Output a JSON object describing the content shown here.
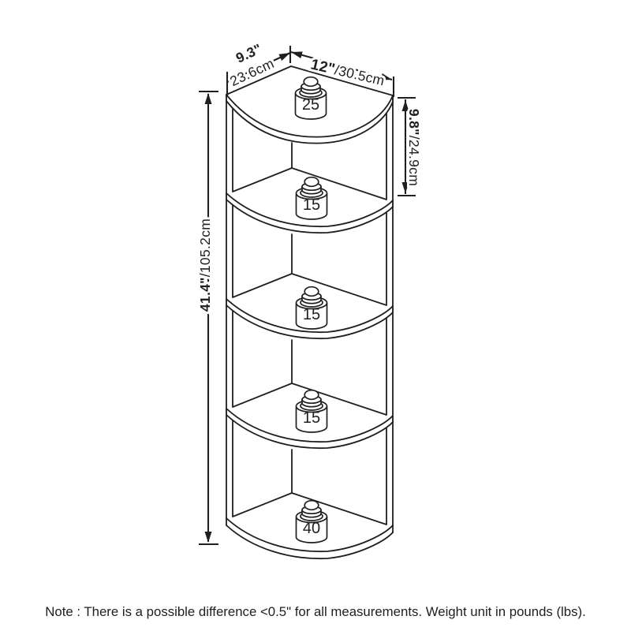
{
  "diagram": {
    "title": "5-tier corner shelf dimension diagram",
    "dimensions": {
      "depth_in": "9.3\"",
      "depth_cm": "23.6cm",
      "width_in": "12\"",
      "width_cm": "/30.5cm",
      "height_in": "41.4\"",
      "height_cm": "/105.2cm",
      "tier_in": "9.8\"",
      "tier_cm": "/24.9cm"
    },
    "weights": [
      {
        "value": "25"
      },
      {
        "value": "15"
      },
      {
        "value": "15"
      },
      {
        "value": "15"
      },
      {
        "value": "40"
      }
    ],
    "weight_unit": "lbs",
    "note": "Note : There is a possible difference <0.5\" for all measurements. Weight unit in pounds (lbs)."
  }
}
